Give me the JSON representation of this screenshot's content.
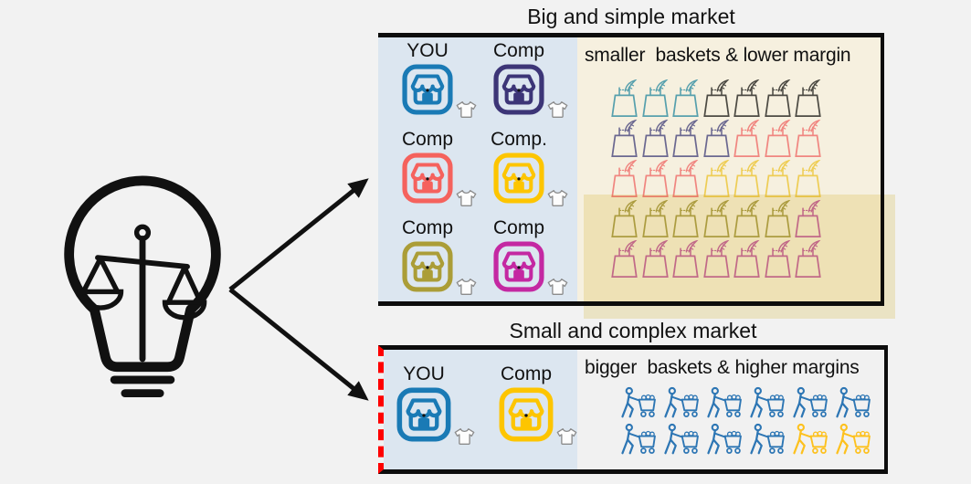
{
  "page": {
    "background": "#f2f2f2",
    "border_color": "#0d0d0d",
    "text_color": "#111111"
  },
  "idea": {
    "icon": "lightbulb-balance-scale",
    "color": "#111111"
  },
  "arrows": {
    "icon": "arrow",
    "color": "#111111",
    "count": 2
  },
  "big_market": {
    "title": "Big and simple market",
    "benefit_label": "smaller  baskets & lower margin",
    "left_bg": "#dce6f0",
    "right_bg": "#f6f0df",
    "highlight_overlay": "rgba(233,216,130,0.38)",
    "product_icon": "t-shirt",
    "basket_icon": "shopping-bag",
    "stores": [
      {
        "label": "YOU",
        "color": "#1a7ab5"
      },
      {
        "label": "Comp",
        "color": "#3c3577"
      },
      {
        "label": "Comp",
        "color": "#f5625d"
      },
      {
        "label": "Comp.",
        "color": "#fdc500"
      },
      {
        "label": "Comp",
        "color": "#ab9d37"
      },
      {
        "label": "Comp",
        "color": "#c428a2"
      }
    ],
    "bag_rows": [
      [
        "#57a0ad",
        "#57a0ad",
        "#57a0ad",
        "#4c4a43",
        "#4c4a43",
        "#4c4a43",
        "#4c4a43"
      ],
      [
        "#6b6890",
        "#6b6890",
        "#6b6890",
        "#6b6890",
        "#f08680",
        "#f08680",
        "#f08680"
      ],
      [
        "#f08680",
        "#f08680",
        "#f08680",
        "#eecd55",
        "#eecd55",
        "#eecd55",
        "#eecd55"
      ],
      [
        "#b2a64e",
        "#b2a64e",
        "#b2a64e",
        "#b2a64e",
        "#b2a64e",
        "#b2a64e",
        "#c86fa7"
      ],
      [
        "#c86fa7",
        "#c86fa7",
        "#c86fa7",
        "#c86fa7",
        "#c86fa7",
        "#c86fa7",
        "#c86fa7"
      ]
    ]
  },
  "small_market": {
    "title": "Small and complex market",
    "benefit_label": "bigger  baskets & higher margins",
    "left_bg": "#dce6f0",
    "right_bg": "#f1f1f1",
    "accent_border_color": "#ff0000",
    "product_icon": "t-shirt",
    "basket_icon": "person-shopping-cart",
    "stores": [
      {
        "label": "YOU",
        "color": "#1a7ab5"
      },
      {
        "label": "Comp",
        "color": "#fdc500"
      }
    ],
    "cart_rows": [
      [
        "#2d76b4",
        "#2d76b4",
        "#2d76b4",
        "#2d76b4",
        "#2d76b4",
        "#2d76b4"
      ],
      [
        "#2d76b4",
        "#2d76b4",
        "#2d76b4",
        "#2d76b4",
        "#fdc11e",
        "#fdc11e"
      ]
    ]
  }
}
